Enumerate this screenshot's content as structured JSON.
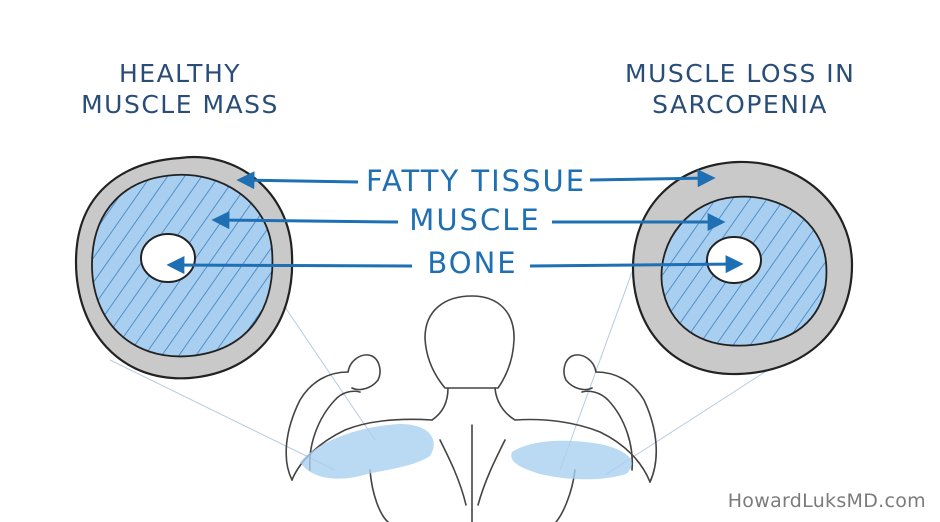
{
  "titles": {
    "left_line1": "HEALTHY",
    "left_line2": "MUSCLE MASS",
    "right_line1": "MUSCLE LOSS IN",
    "right_line2": "SARCOPENIA"
  },
  "labels": {
    "fatty_tissue": "FATTY TISSUE",
    "muscle": "MUSCLE",
    "bone": "BONE"
  },
  "watermark": "HowardLuksMD.com",
  "colors": {
    "title": "#2a4d78",
    "label": "#1e6fb3",
    "arrow": "#1e6fb3",
    "fat": "#c9c9c9",
    "muscle": "#a9cff0",
    "hatch": "#3d7ec0",
    "outline": "#222222",
    "watermark": "#7b7b7b"
  }
}
